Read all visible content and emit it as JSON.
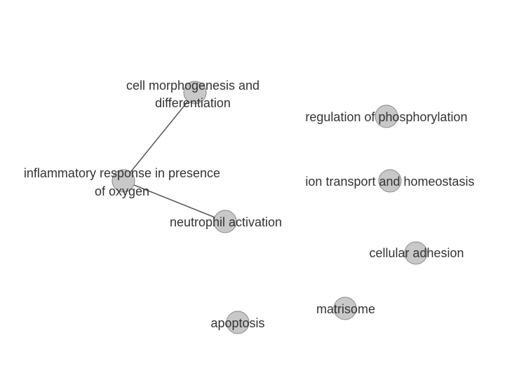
{
  "network": {
    "nodes": [
      {
        "id": "cell-morphogenesis",
        "label_lines": [
          "cell morphogenesis and",
          "differentiation"
        ]
      },
      {
        "id": "regulation-phosphorylation",
        "label_lines": [
          "regulation of phosphorylation"
        ]
      },
      {
        "id": "inflammatory-response",
        "label_lines": [
          "inflammatory response in presence",
          "of oxygen"
        ]
      },
      {
        "id": "ion-transport",
        "label_lines": [
          "ion transport and homeostasis"
        ]
      },
      {
        "id": "neutrophil-activation",
        "label_lines": [
          "neutrophil activation"
        ]
      },
      {
        "id": "cellular-adhesion",
        "label_lines": [
          "cellular adhesion"
        ]
      },
      {
        "id": "matrisome",
        "label_lines": [
          "matrisome"
        ]
      },
      {
        "id": "apoptosis",
        "label_lines": [
          "apoptosis"
        ]
      }
    ],
    "edges": [
      {
        "source": "inflammatory-response",
        "target": "cell-morphogenesis"
      },
      {
        "source": "inflammatory-response",
        "target": "neutrophil-activation"
      }
    ],
    "colors": {
      "node_fill": "#c8c8c8",
      "node_stroke": "#888888",
      "edge": "#555555",
      "label": "#333333"
    }
  }
}
